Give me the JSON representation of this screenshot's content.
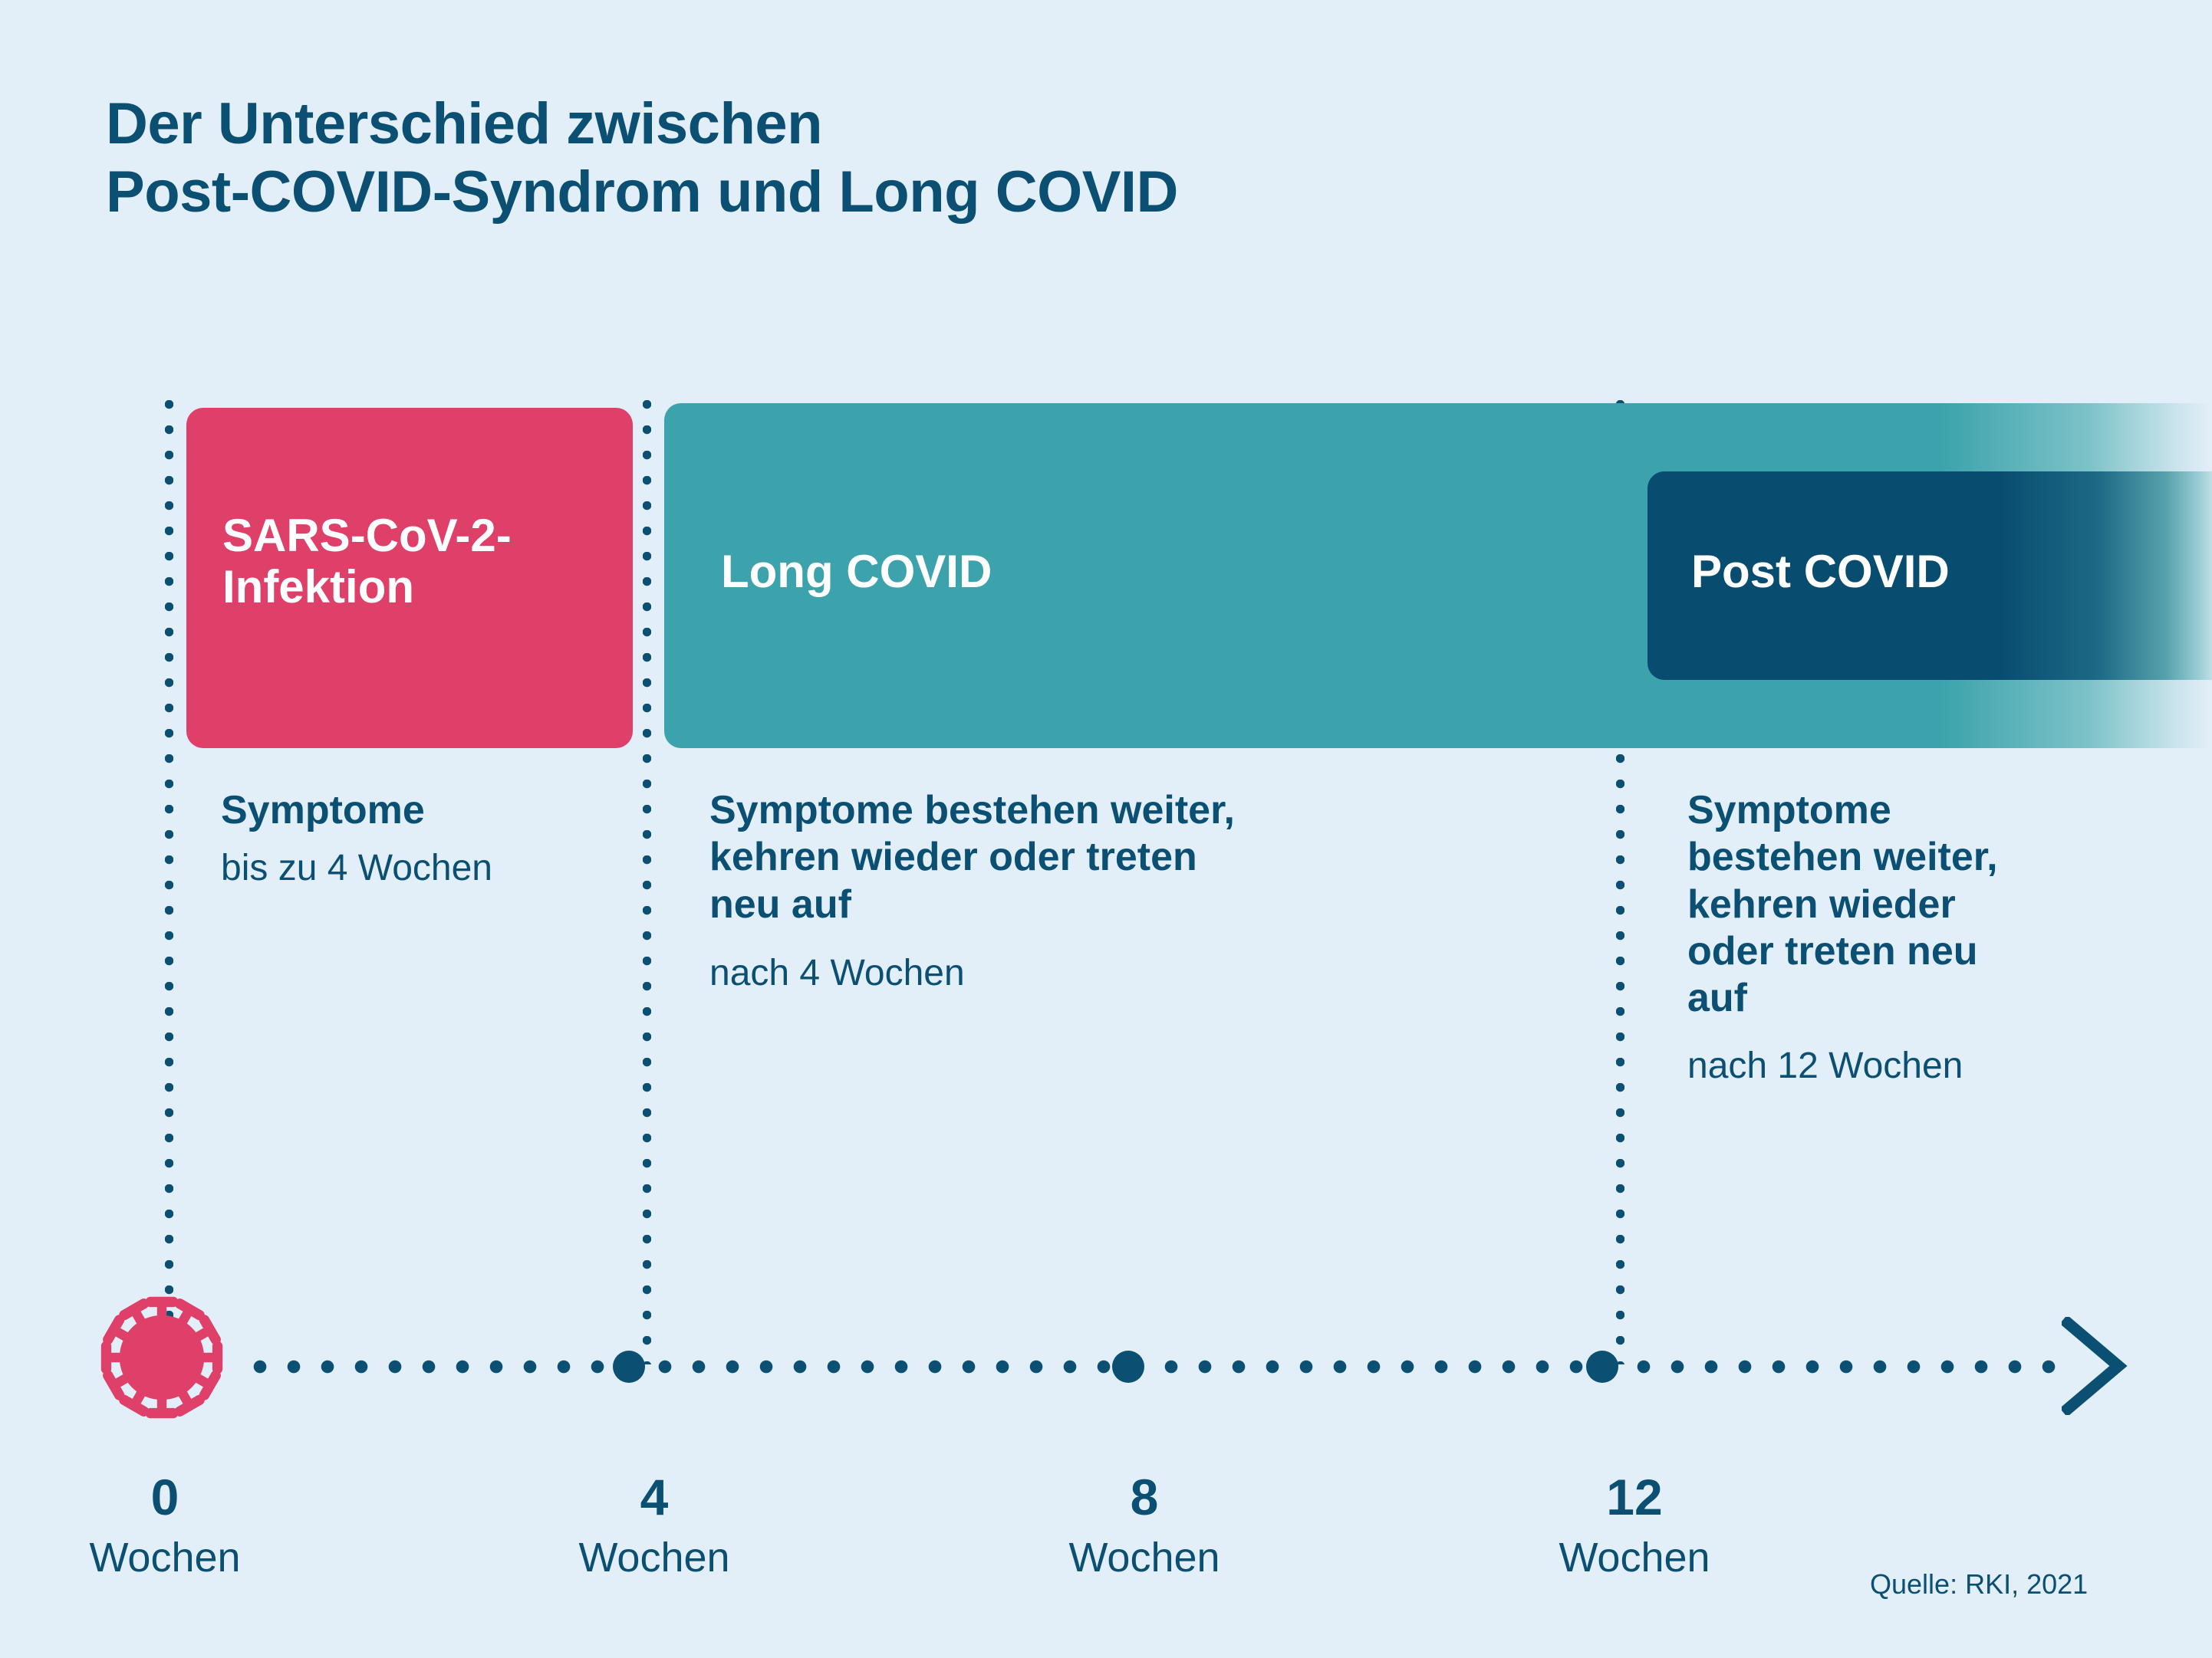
{
  "title": "Der Unterschied zwischen\nPost-COVID-Syndrom und Long COVID",
  "colors": {
    "background": "#e3eff8",
    "text_primary": "#0b4f72",
    "infection_bar": "#de4069",
    "long_covid_bar": "#3ca3ac",
    "post_covid_bar": "#084c70"
  },
  "phases": [
    {
      "id": "sars-cov-2-infektion",
      "bar_label": "SARS-CoV-2-\nInfektion",
      "headline": "Symptome",
      "sub": "bis zu 4 Wochen",
      "color": "#de4069"
    },
    {
      "id": "long-covid",
      "bar_label": "Long COVID",
      "headline": "Symptome bestehen weiter,\nkehren wieder oder treten\nneu auf",
      "sub": "nach 4 Wochen",
      "color": "#3ca3ac"
    },
    {
      "id": "post-covid",
      "bar_label": "Post COVID",
      "headline": "Symptome\nbestehen weiter,\nkehren wieder\noder treten neu\nauf",
      "sub": "nach 12 Wochen",
      "color": "#084c70"
    }
  ],
  "timeline": {
    "unit": "Wochen",
    "ticks": [
      {
        "value": "0",
        "unit": "Wochen"
      },
      {
        "value": "4",
        "unit": "Wochen"
      },
      {
        "value": "8",
        "unit": "Wochen"
      },
      {
        "value": "12",
        "unit": "Wochen"
      }
    ],
    "start_icon": "coronavirus-icon",
    "end_icon": "chevron-right-arrow-icon"
  },
  "source": "Quelle: RKI, 2021",
  "chart_data": {
    "type": "timeline",
    "title": "Der Unterschied zwischen Post-COVID-Syndrom und Long COVID",
    "xlabel": "Wochen",
    "xlim": [
      0,
      16
    ],
    "xticks": [
      0,
      4,
      8,
      12
    ],
    "xtick_labels": [
      "0 Wochen",
      "4 Wochen",
      "8 Wochen",
      "12 Wochen"
    ],
    "grid": false,
    "legend": "none",
    "spans": [
      {
        "name": "SARS-CoV-2-Infektion",
        "start_week": 0,
        "end_week": 4,
        "open_ended": false,
        "color": "#de4069",
        "headline": "Symptome",
        "detail": "bis zu 4 Wochen"
      },
      {
        "name": "Long COVID",
        "start_week": 4,
        "end_week": null,
        "open_ended": true,
        "color": "#3ca3ac",
        "headline": "Symptome bestehen weiter, kehren wieder oder treten neu auf",
        "detail": "nach 4 Wochen"
      },
      {
        "name": "Post COVID",
        "start_week": 12,
        "end_week": null,
        "open_ended": true,
        "color": "#084c70",
        "headline": "Symptome bestehen weiter, kehren wieder oder treten neu auf",
        "detail": "nach 12 Wochen"
      }
    ],
    "source": "Quelle: RKI, 2021"
  }
}
